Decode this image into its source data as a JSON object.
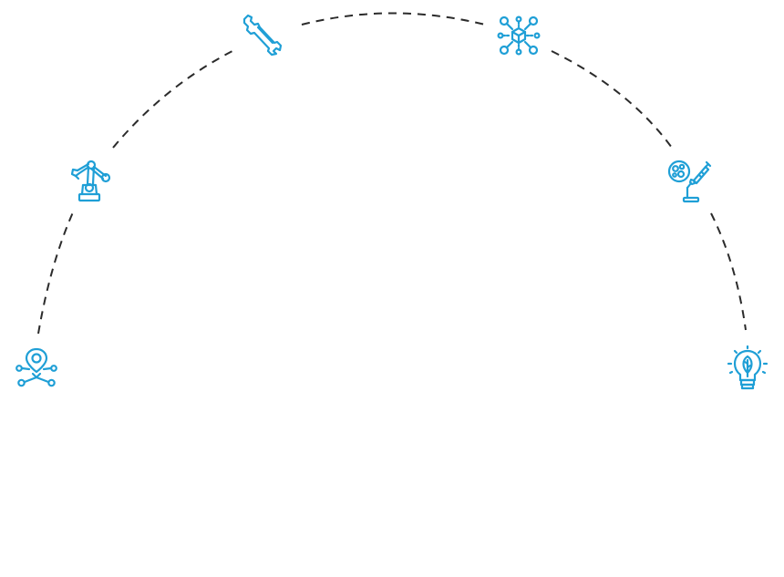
{
  "colors": {
    "icon": "#1f9fd6",
    "connector": "#2b2b2b",
    "background": "#ffffff"
  },
  "diagram": {
    "connector_style": "dashed",
    "nodes": [
      {
        "id": "location-network",
        "icon": "location-network-icon"
      },
      {
        "id": "robotic-arm",
        "icon": "robotic-arm-icon"
      },
      {
        "id": "wrench",
        "icon": "wrench-icon"
      },
      {
        "id": "blockchain-network",
        "icon": "blockchain-network-icon"
      },
      {
        "id": "biotech-petri-syringe",
        "icon": "petri-dish-syringe-icon"
      },
      {
        "id": "eco-lightbulb",
        "icon": "eco-lightbulb-icon"
      }
    ]
  }
}
